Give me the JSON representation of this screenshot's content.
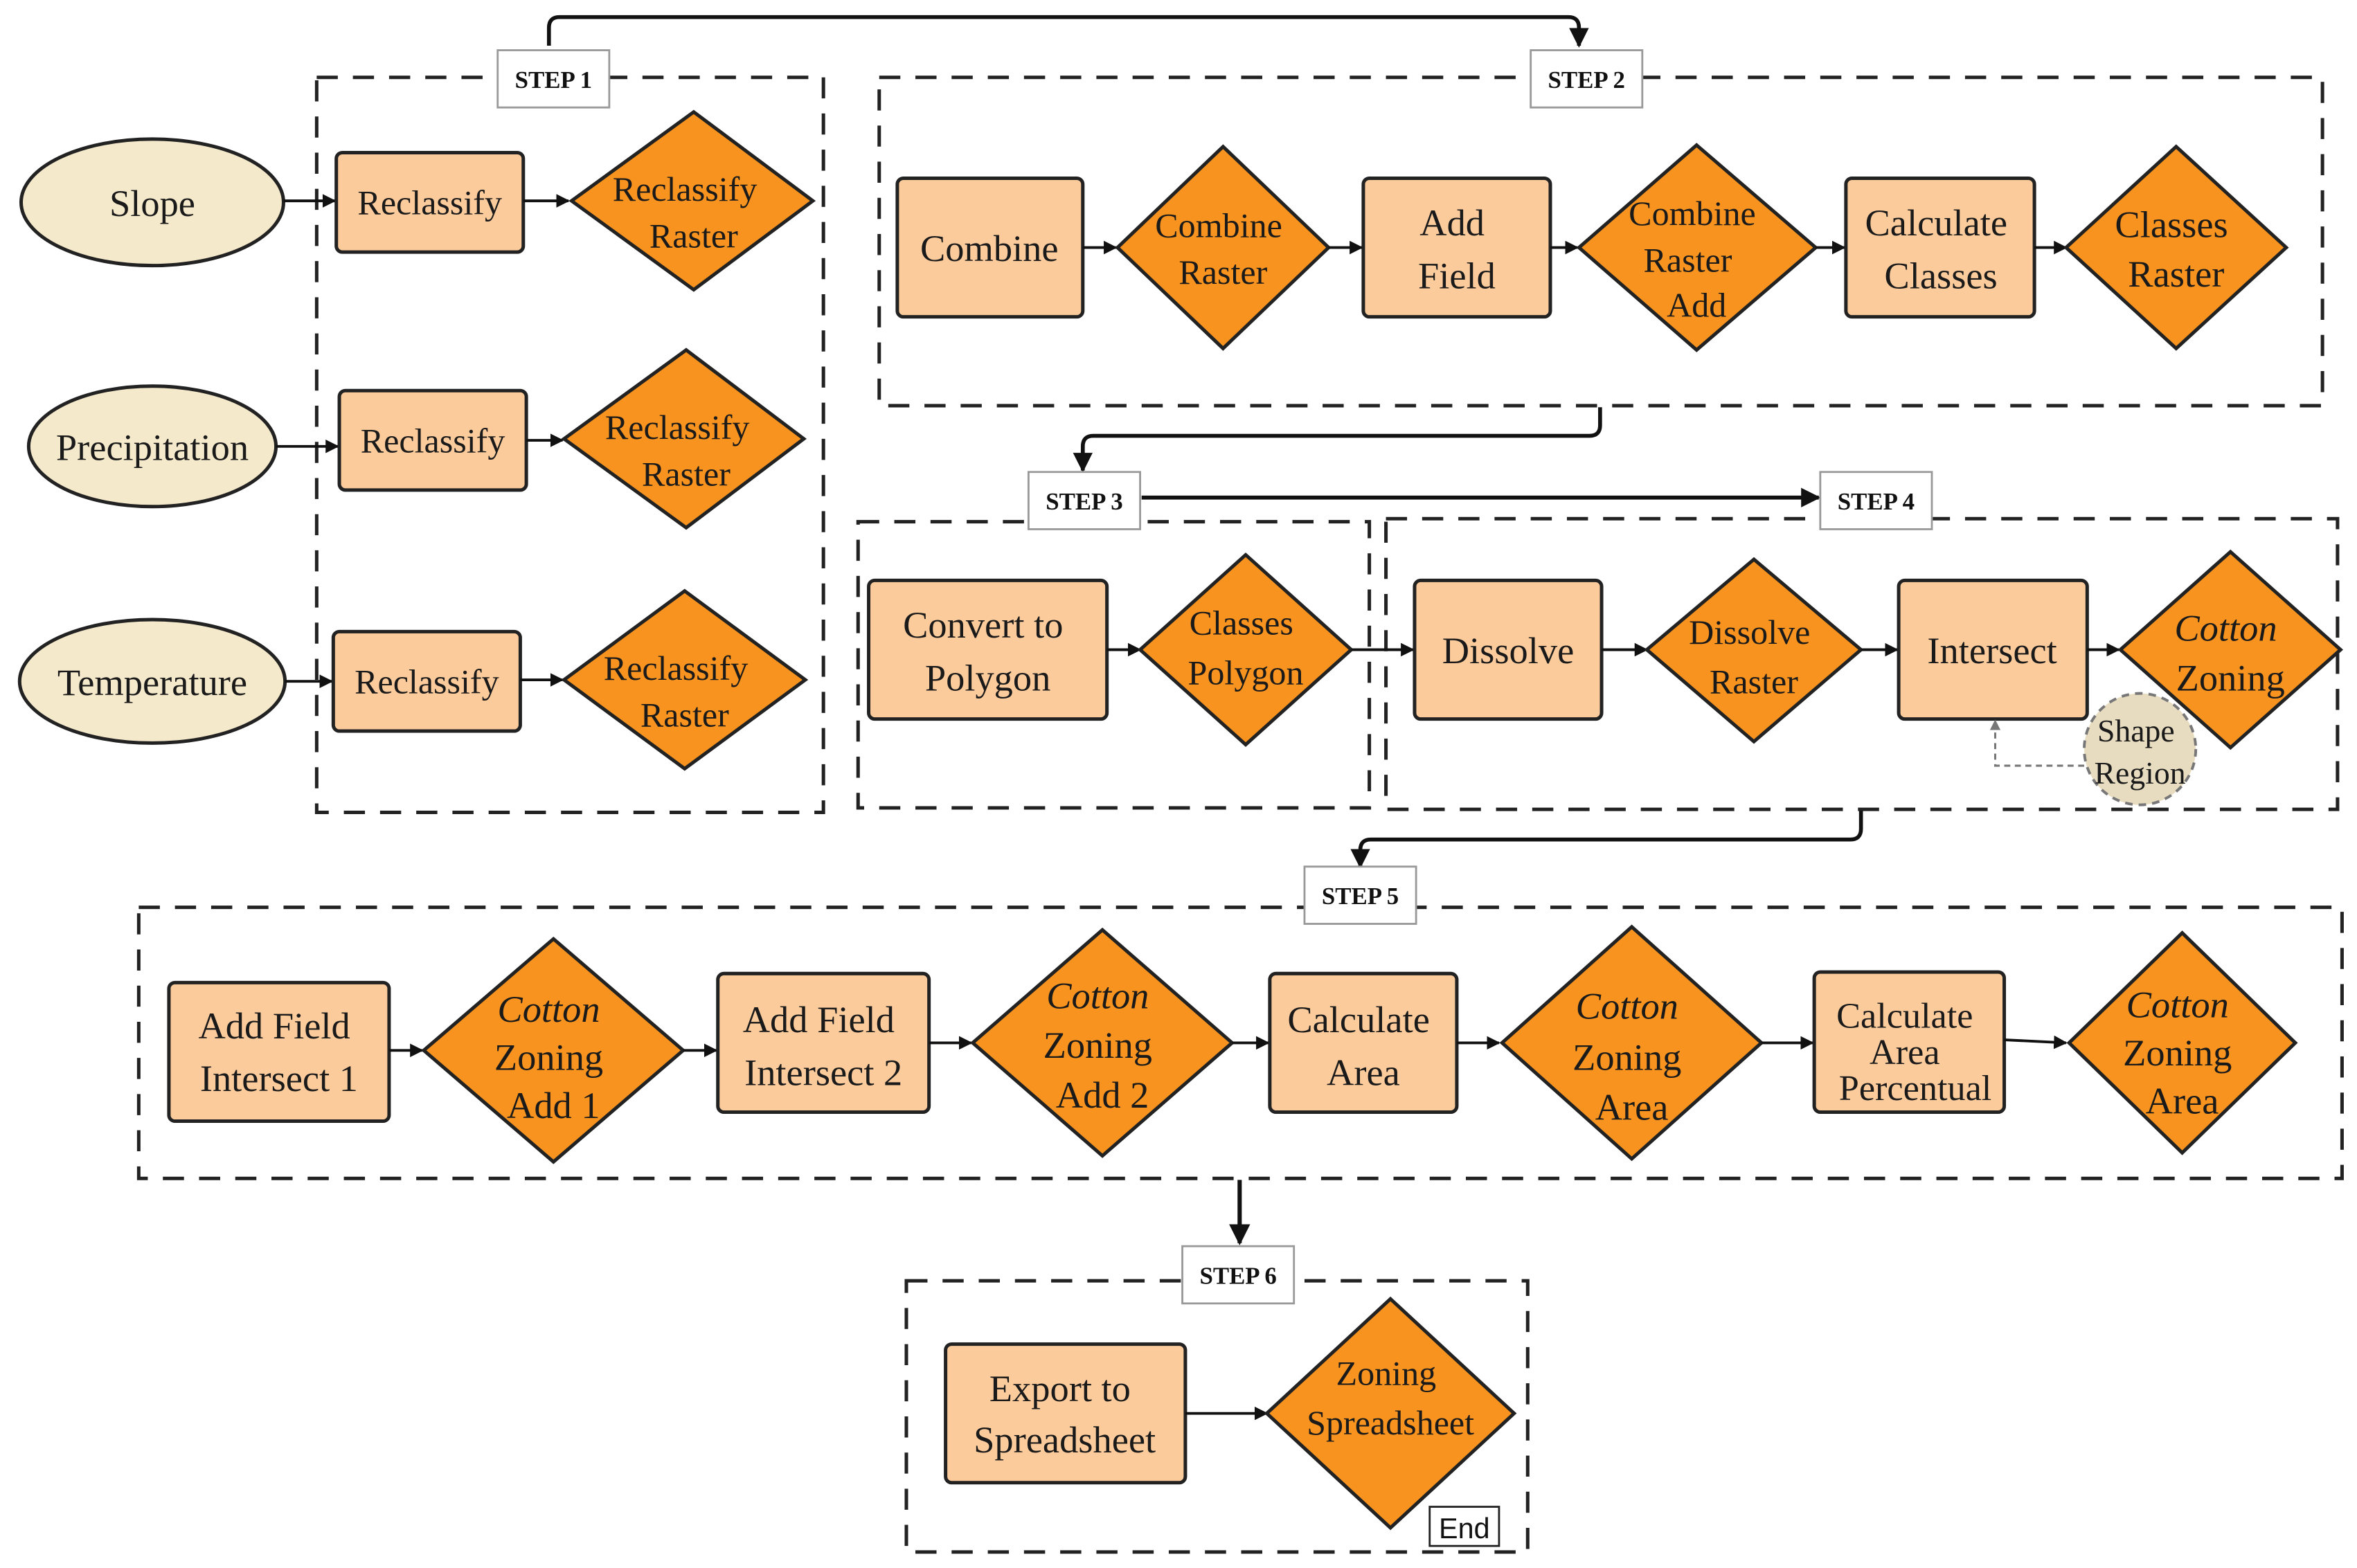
{
  "steps": {
    "s1": "STEP 1",
    "s2": "STEP 2",
    "s3": "STEP 3",
    "s4": "STEP 4",
    "s5": "STEP 5",
    "s6": "STEP 6",
    "end": "End"
  },
  "inputs": {
    "slope": "Slope",
    "precipitation": "Precipitation",
    "temperature": "Temperature"
  },
  "step1": {
    "reclassify": "Reclassify",
    "reclassify_raster": [
      "Reclassify",
      "Raster"
    ]
  },
  "step2": {
    "combine": "Combine",
    "combine_raster": [
      "Combine",
      "Raster"
    ],
    "add_field": [
      "Add",
      "Field"
    ],
    "combine_raster_add": [
      "Combine",
      "Raster",
      "Add"
    ],
    "calculate_classes": [
      "Calculate",
      "Classes"
    ],
    "classes_raster": [
      "Classes",
      "Raster"
    ]
  },
  "step3": {
    "convert_to_polygon": [
      "Convert to",
      "Polygon"
    ],
    "classes_polygon": [
      "Classes",
      "Polygon"
    ]
  },
  "step4": {
    "dissolve": "Dissolve",
    "dissolve_raster": [
      "Dissolve",
      "Raster"
    ],
    "intersect": "Intersect",
    "cotton_zoning": [
      "Cotton",
      "Zoning"
    ],
    "shape_region": [
      "Shape",
      "Region"
    ]
  },
  "step5": {
    "add_field_intersect_1": [
      "Add Field",
      "Intersect 1"
    ],
    "cotton_zoning_add_1": [
      "Cotton",
      "Zoning",
      "Add 1"
    ],
    "add_field_intersect_2": [
      "Add Field",
      "Intersect 2"
    ],
    "cotton_zoning_add_2": [
      "Cotton",
      "Zoning",
      "Add 2"
    ],
    "calculate_area": [
      "Calculate",
      "Area"
    ],
    "cotton_zoning_area_1": [
      "Cotton",
      "Zoning",
      "Area"
    ],
    "calculate_area_percentual": [
      "Calculate",
      "Area",
      "Percentual"
    ],
    "cotton_zoning_area_2": [
      "Cotton",
      "Zoning",
      "Area"
    ]
  },
  "step6": {
    "export_to_spreadsheet": [
      "Export to",
      "Spreadsheet"
    ],
    "zoning_spreadsheet": [
      "Zoning",
      "Spreadsheet"
    ]
  },
  "colors": {
    "process_fill": "#fccb9c",
    "output_fill": "#f7931e",
    "input_fill": "#f5e9cb"
  }
}
